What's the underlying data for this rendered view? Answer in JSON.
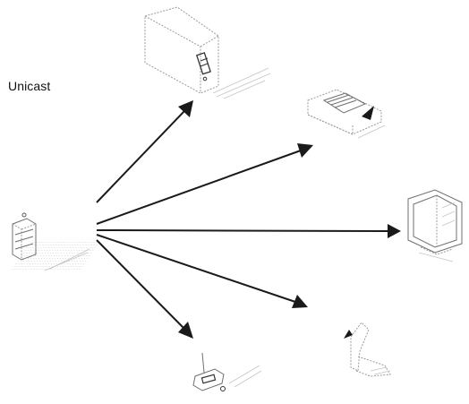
{
  "title": "Unicast",
  "colors": {
    "arrow": "#1a1a1a",
    "device_outline": "#9a9a9a"
  },
  "source": {
    "icon": "computer-tower-icon"
  },
  "destinations": [
    {
      "name": "tower-computer",
      "icon": "tower-pc-icon"
    },
    {
      "name": "printer",
      "icon": "printer-icon"
    },
    {
      "name": "monitor",
      "icon": "monitor-icon"
    },
    {
      "name": "telephone",
      "icon": "telephone-icon"
    },
    {
      "name": "desktop-computer",
      "icon": "desktop-pc-icon"
    }
  ]
}
